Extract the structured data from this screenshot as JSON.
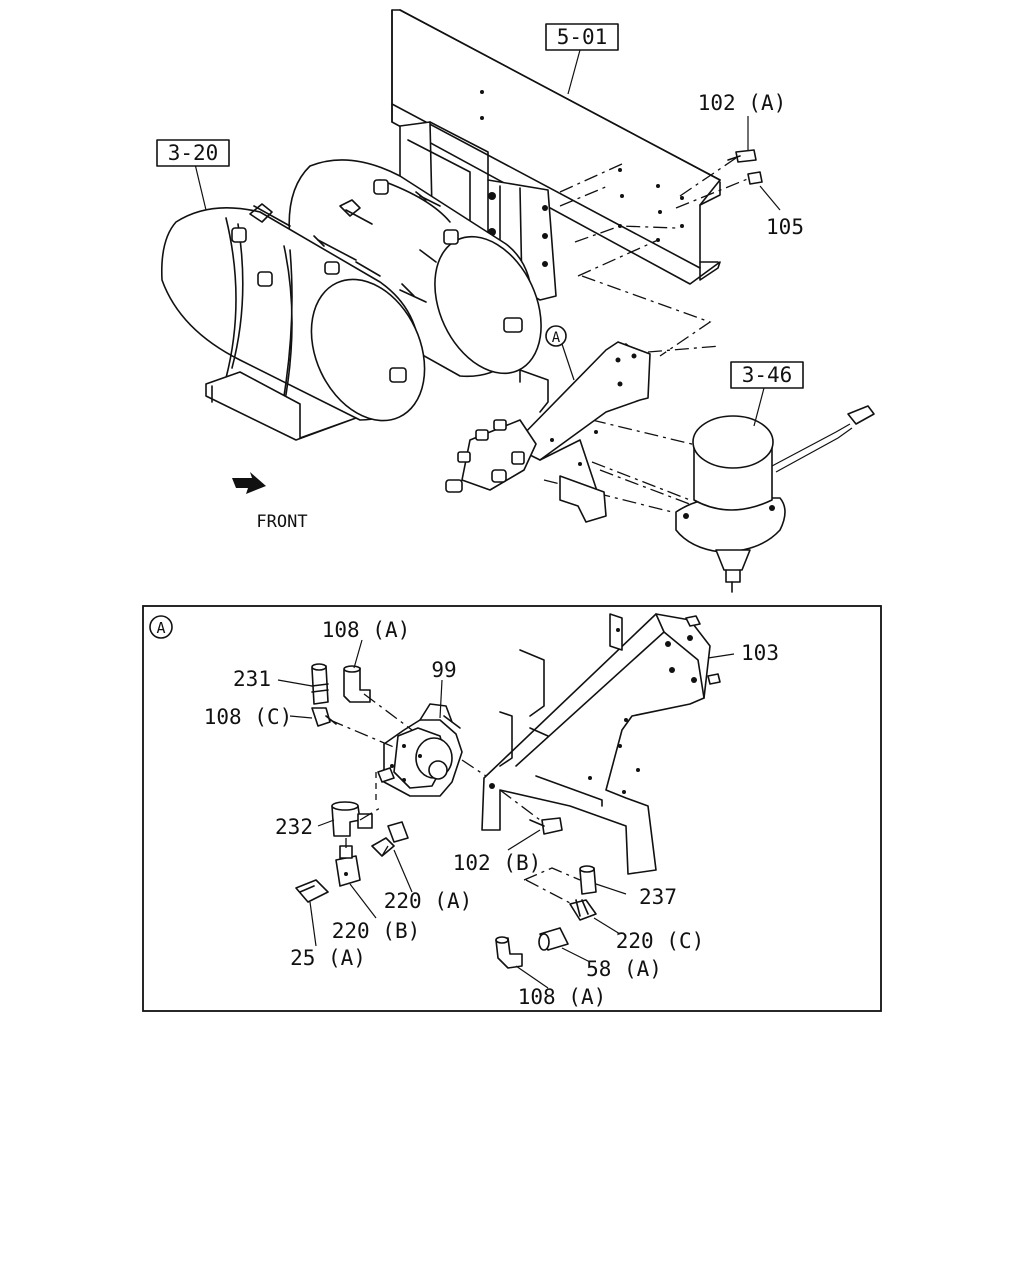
{
  "labels": {
    "ref_frame": "5-01",
    "ref_tanks": "3-20",
    "ref_dryer": "3-46",
    "bolt_upper": "102 (A)",
    "nut_upper": "105",
    "front": "FRONT",
    "callout_top": "A",
    "callout_detail": "A",
    "p_108a_top": "108 (A)",
    "p_99": "99",
    "p_103": "103",
    "p_231": "231",
    "p_108c": "108 (C)",
    "p_232": "232",
    "p_102b": "102 (B)",
    "p_237": "237",
    "p_220a": "220 (A)",
    "p_220b": "220 (B)",
    "p_220c": "220 (C)",
    "p_25a": "25 (A)",
    "p_58a": "58 (A)",
    "p_108a_bottom": "108 (A)"
  },
  "icons": {
    "front_arrow": "front-direction-arrow-icon"
  }
}
